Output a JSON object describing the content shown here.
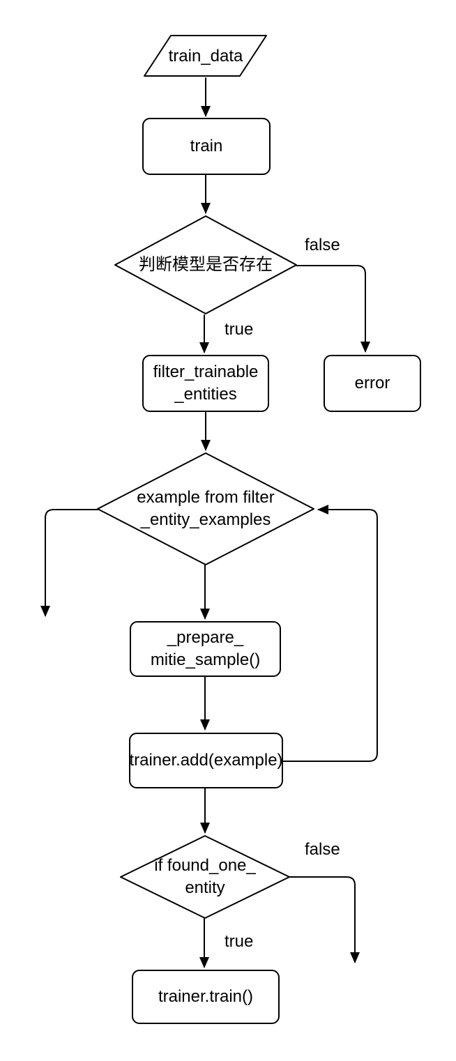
{
  "colors": {
    "stroke": "#000000",
    "text": "#000000",
    "background": "#ffffff"
  },
  "nodes": {
    "train_data": {
      "label": "train_data",
      "shape": "parallelogram"
    },
    "train": {
      "label": "train",
      "shape": "rounded-rect"
    },
    "check_model": {
      "label": "判断模型是否存在",
      "shape": "diamond"
    },
    "filter_trainable_entities": {
      "label": "filter_trainable\n_entities",
      "shape": "rounded-rect"
    },
    "error": {
      "label": "error",
      "shape": "rounded-rect"
    },
    "example_from_filter": {
      "label": "example from filter\n_entity_examples",
      "shape": "diamond"
    },
    "prepare_mitie_sample": {
      "label": "_prepare_\nmitie_sample()",
      "shape": "rounded-rect"
    },
    "trainer_add": {
      "label": "trainer.add(example)",
      "shape": "rounded-rect"
    },
    "if_found_one_entity": {
      "label": "if found_one_\nentity",
      "shape": "diamond"
    },
    "trainer_train": {
      "label": "trainer.train()",
      "shape": "rounded-rect"
    }
  },
  "edge_labels": {
    "check_model_false": "false",
    "check_model_true": "true",
    "if_found_false": "false",
    "if_found_true": "true"
  }
}
